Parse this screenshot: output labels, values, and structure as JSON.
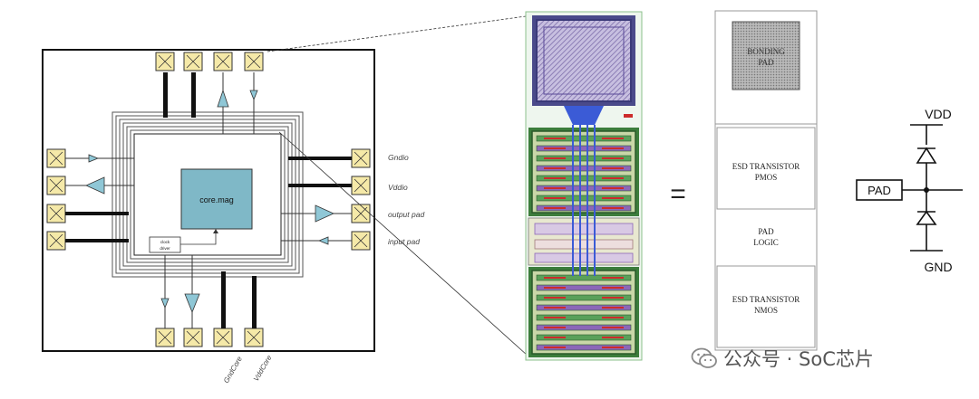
{
  "chip": {
    "core_label": "core.mag",
    "clock_label_1": "clock",
    "clock_label_2": "driver",
    "side_labels": [
      "Gndio",
      "Vddio",
      "output pad",
      "input pad"
    ],
    "bottom_labels": [
      "GndCore",
      "VddCore"
    ]
  },
  "pad_structure": {
    "equals": "=",
    "bonding_pad": [
      "BONDING",
      "PAD"
    ],
    "esd_pmos": [
      "ESD TRANSISTOR",
      "PMOS"
    ],
    "pad_logic": [
      "PAD",
      "LOGIC"
    ],
    "esd_nmos": [
      "ESD TRANSISTOR",
      "NMOS"
    ]
  },
  "esd_schematic": {
    "vdd": "VDD",
    "pad": "PAD",
    "gnd": "GND"
  },
  "watermark": {
    "text": "公众号 · SoC芯片"
  },
  "colors": {
    "pad_fill": "#f5e9a8",
    "core_fill": "#7fb8c7",
    "bonding_fill": "#9a9ab8",
    "layout_green": "#3c7d3c",
    "layout_purple": "#8c67b8",
    "layout_red": "#cc2b2b"
  }
}
